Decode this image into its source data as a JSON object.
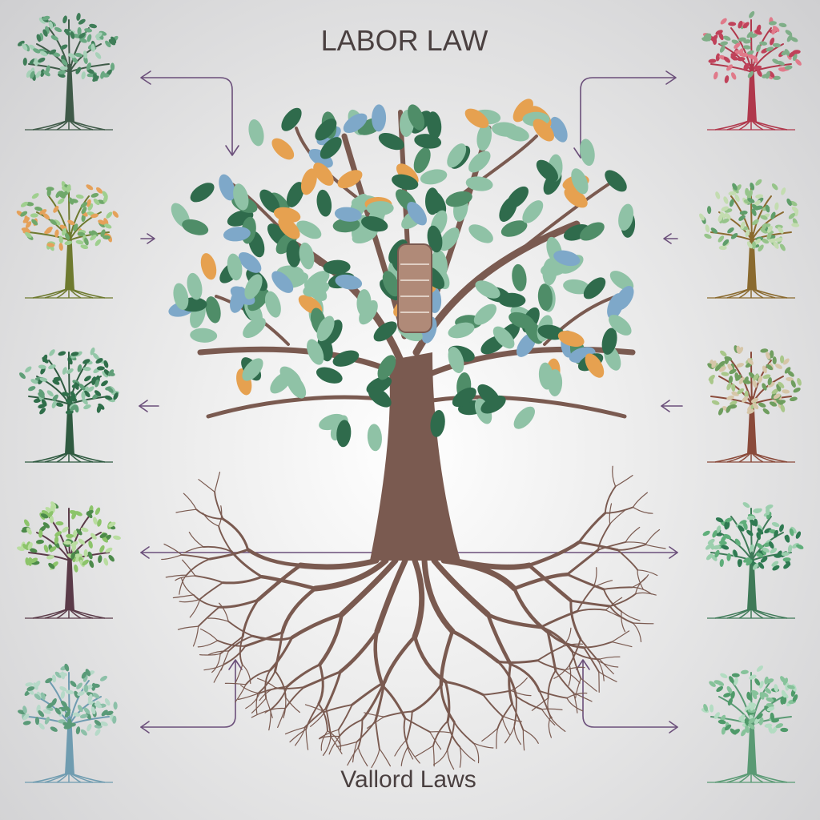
{
  "diagram": {
    "title": "LABOR LAW",
    "caption": "Vallord Laws"
  },
  "colors": {
    "trunk": "#7a5a50",
    "leaf_dark": "#2f6b4c",
    "leaf_mid": "#4f8d68",
    "leaf_light": "#8fc2a6",
    "leaf_orange": "#e6a150",
    "leaf_blue": "#7ea8c9",
    "arrow": "#6b4f7a",
    "root": "#7a5a50"
  },
  "side_trees": {
    "left": [
      {
        "id": "left-1",
        "trunk": "#3f5a48",
        "leaves": [
          "#3f7d58",
          "#6aa982",
          "#a7d1b8"
        ]
      },
      {
        "id": "left-2",
        "trunk": "#6e7a2f",
        "leaves": [
          "#6fa86a",
          "#e5a15a",
          "#9fcf8f"
        ]
      },
      {
        "id": "left-3",
        "trunk": "#2f5a40",
        "leaves": [
          "#2f6e4a",
          "#5f9e78",
          "#94c7a8"
        ]
      },
      {
        "id": "left-4",
        "trunk": "#5a3a48",
        "leaves": [
          "#4c8a4a",
          "#8cc46a",
          "#b9dda0"
        ]
      },
      {
        "id": "left-5",
        "trunk": "#6f9cb0",
        "leaves": [
          "#5a9a78",
          "#8cc0a8",
          "#b6d9c8"
        ]
      }
    ],
    "right": [
      {
        "id": "right-1",
        "trunk": "#b0384c",
        "leaves": [
          "#c0425a",
          "#7fae88",
          "#e07a8a"
        ]
      },
      {
        "id": "right-2",
        "trunk": "#8a6a2f",
        "leaves": [
          "#5f9e6a",
          "#96c48a",
          "#c3dcb0"
        ]
      },
      {
        "id": "right-3",
        "trunk": "#8a4a3a",
        "leaves": [
          "#6f9e5f",
          "#a9c78a",
          "#d6c6a8"
        ]
      },
      {
        "id": "right-4",
        "trunk": "#3f7a58",
        "leaves": [
          "#2f7a52",
          "#5fae7a",
          "#9ccfae"
        ]
      },
      {
        "id": "right-5",
        "trunk": "#5a9a74",
        "leaves": [
          "#4f9a6a",
          "#86c29a",
          "#b3dcc2"
        ]
      }
    ]
  }
}
